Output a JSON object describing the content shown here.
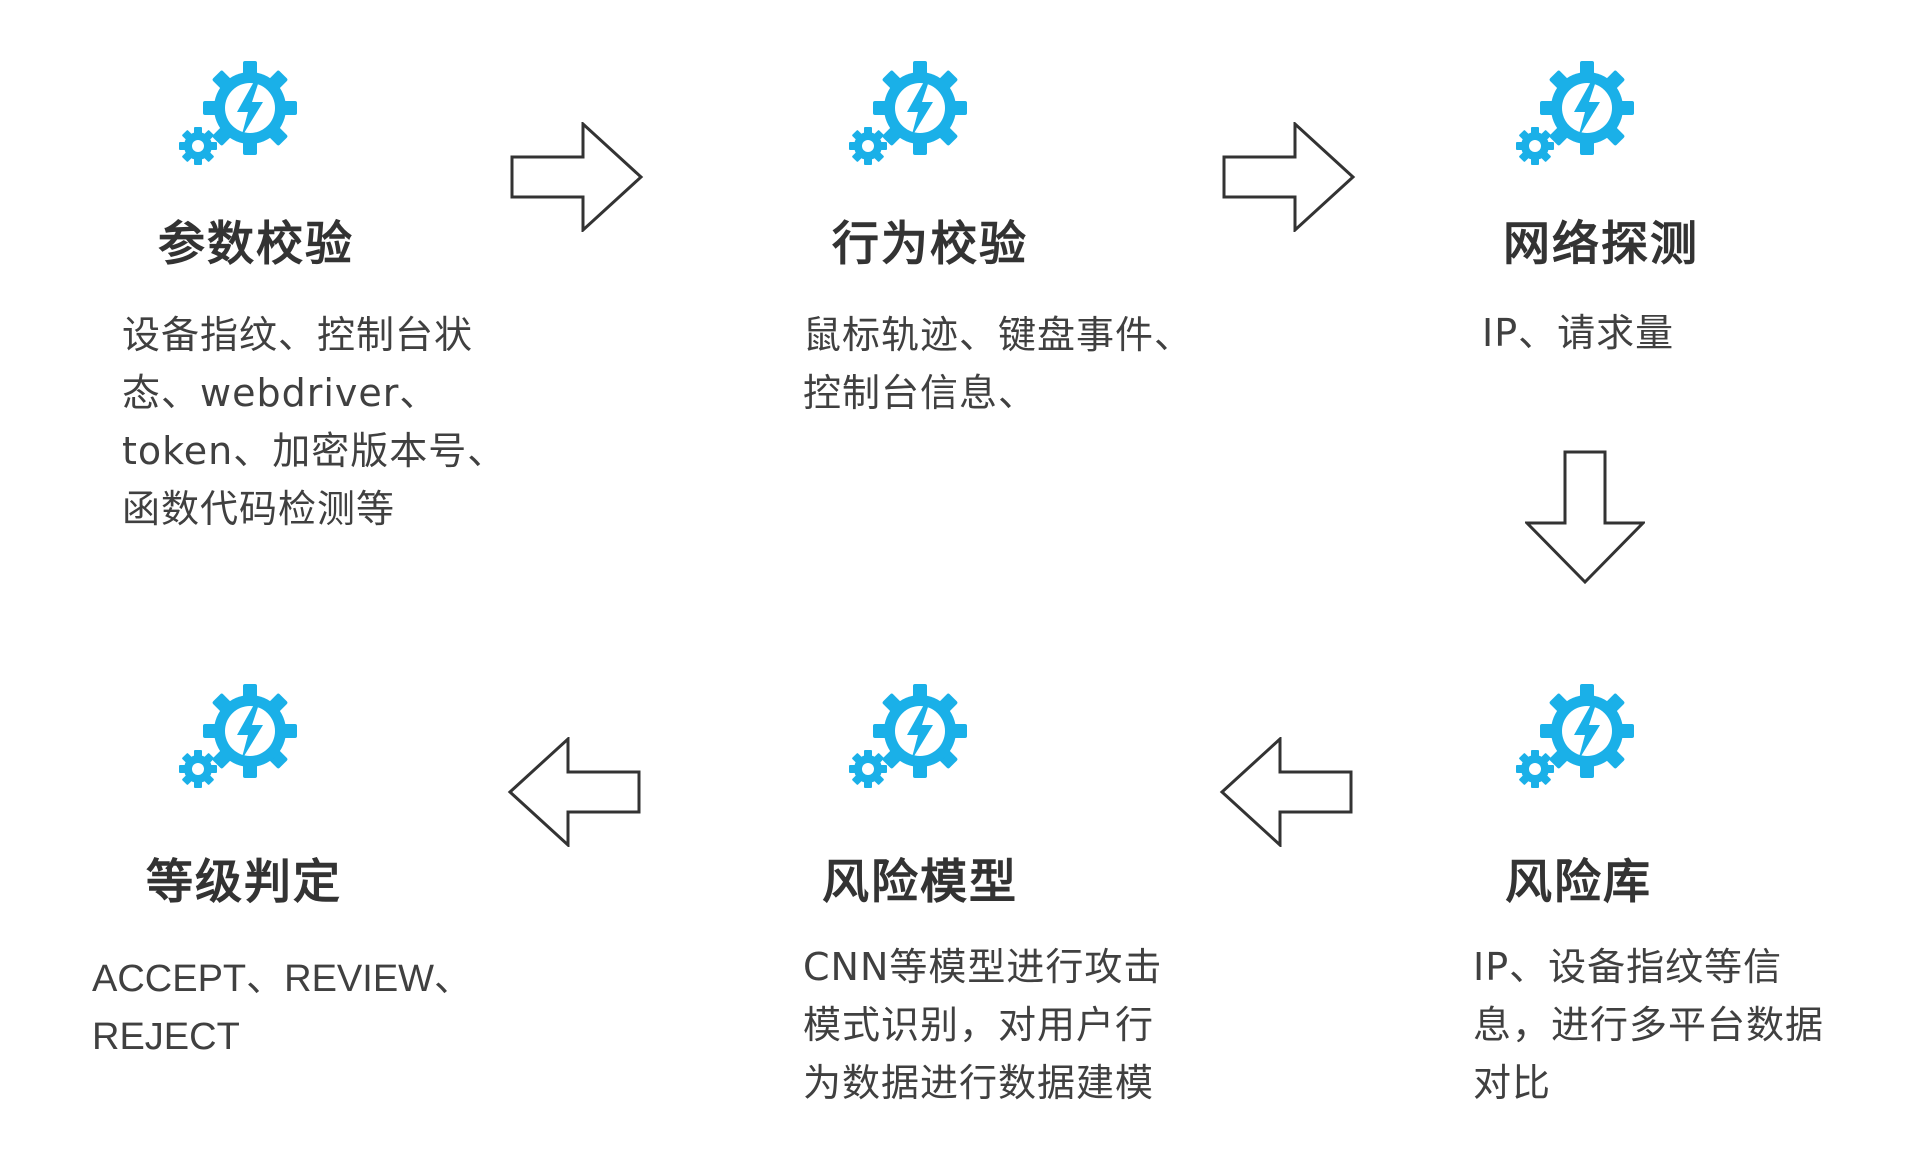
{
  "colors": {
    "icon": "#1ab0e8",
    "text": "#333333",
    "arrow_stroke": "#333333"
  },
  "icon_name": "gear-lightning-icon",
  "steps": [
    {
      "title": "参数校验",
      "desc": "设备指纹、控制台状\n态、webdriver、\ntoken、加密版本号、\n函数代码检测等"
    },
    {
      "title": "行为校验",
      "desc": "鼠标轨迹、键盘事件、\n控制台信息、"
    },
    {
      "title": "网络探测",
      "desc": "IP、请求量"
    },
    {
      "title": "风险库",
      "desc": "IP、设备指纹等信\n息，进行多平台数据\n对比"
    },
    {
      "title": "风险模型",
      "desc": "CNN等模型进行攻击\n模式识别，对用户行\n为数据进行数据建模"
    },
    {
      "title": "等级判定",
      "desc": "ACCEPT、REVIEW、\nREJECT"
    }
  ]
}
